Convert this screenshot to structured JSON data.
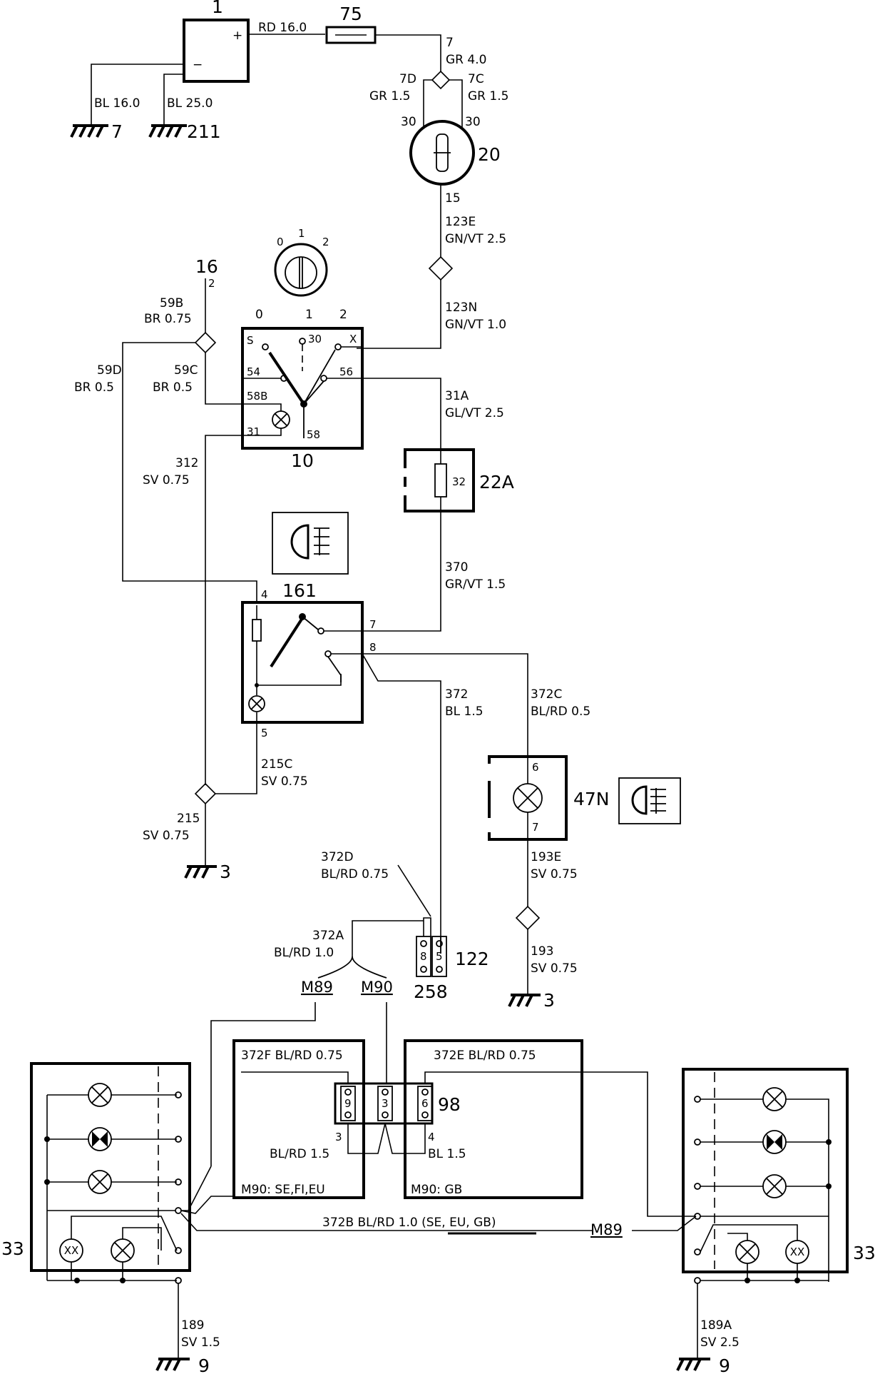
{
  "components": {
    "c1": "1",
    "c75": "75",
    "c20": "20",
    "c16": "16",
    "c10": "10",
    "c22a": "22A",
    "c161": "161",
    "c47n": "47N",
    "c122": "122",
    "c258": "258",
    "c98": "98",
    "c33l": "33",
    "c33r": "33"
  },
  "grounds": {
    "g7": "7",
    "g211": "211",
    "g3a": "3",
    "g3b": "3",
    "g9a": "9",
    "g9b": "9"
  },
  "wires": {
    "w1": "RD 16.0",
    "w2a": "7",
    "w2b": "GR 4.0",
    "w3a": "7D",
    "w3b": "GR 1.5",
    "w4a": "7C",
    "w4b": "GR 1.5",
    "w5": "BL 16.0",
    "w6": "BL 25.0",
    "w7a": "123E",
    "w7b": "GN/VT 2.5",
    "w8a": "123N",
    "w8b": "GN/VT 1.0",
    "w9a": "59B",
    "w9b": "BR 0.75",
    "w10a": "59D",
    "w10b": "BR 0.5",
    "w11a": "59C",
    "w11b": "BR 0.5",
    "w12a": "31A",
    "w12b": "GL/VT 2.5",
    "w13a": "312",
    "w13b": "SV 0.75",
    "w14a": "370",
    "w14b": "GR/VT 1.5",
    "w15a": "372",
    "w15b": "BL 1.5",
    "w16a": "372C",
    "w16b": "BL/RD 0.5",
    "w17a": "215C",
    "w17b": "SV 0.75",
    "w18a": "215",
    "w18b": "SV 0.75",
    "w19a": "193E",
    "w19b": "SV 0.75",
    "w20a": "193",
    "w20b": "SV 0.75",
    "w21a": "372D",
    "w21b": "BL/RD 0.75",
    "w22a": "372A",
    "w22b": "BL/RD 1.0",
    "w23": "372F BL/RD 0.75",
    "w24": "372E BL/RD 0.75",
    "w25": "BL/RD 1.5",
    "w26": "BL 1.5",
    "w27": "372B BL/RD 1.0 (SE, EU, GB)",
    "w28a": "189",
    "w28b": "SV 1.5",
    "w29a": "189A",
    "w29b": "SV 2.5"
  },
  "pins": {
    "p_plus": "+",
    "p_minus": "−",
    "p30a": "30",
    "p30b": "30",
    "p15": "15",
    "p16_2": "2",
    "sw0": "0",
    "sw1": "1",
    "sw2": "2",
    "k0": "0",
    "k1": "1",
    "k2": "2",
    "sS": "S",
    "s30": "30",
    "sX": "X",
    "s54": "54",
    "s56": "56",
    "s58b": "58B",
    "s31": "31",
    "s58": "58",
    "f32": "32",
    "r4": "4",
    "r7": "7",
    "r8": "8",
    "r5": "5",
    "l6": "6",
    "l7": "7",
    "c8": "8",
    "c5": "5",
    "m9": "9",
    "m3": "3",
    "m6": "6",
    "m3b": "3",
    "m4": "4",
    "xx1": "XX",
    "xx2": "XX"
  },
  "markets": {
    "m89a": "M89",
    "m90a": "M90",
    "m90se": "M90: SE,FI,EU",
    "m90gb": "M90: GB",
    "m89b": "M89"
  }
}
